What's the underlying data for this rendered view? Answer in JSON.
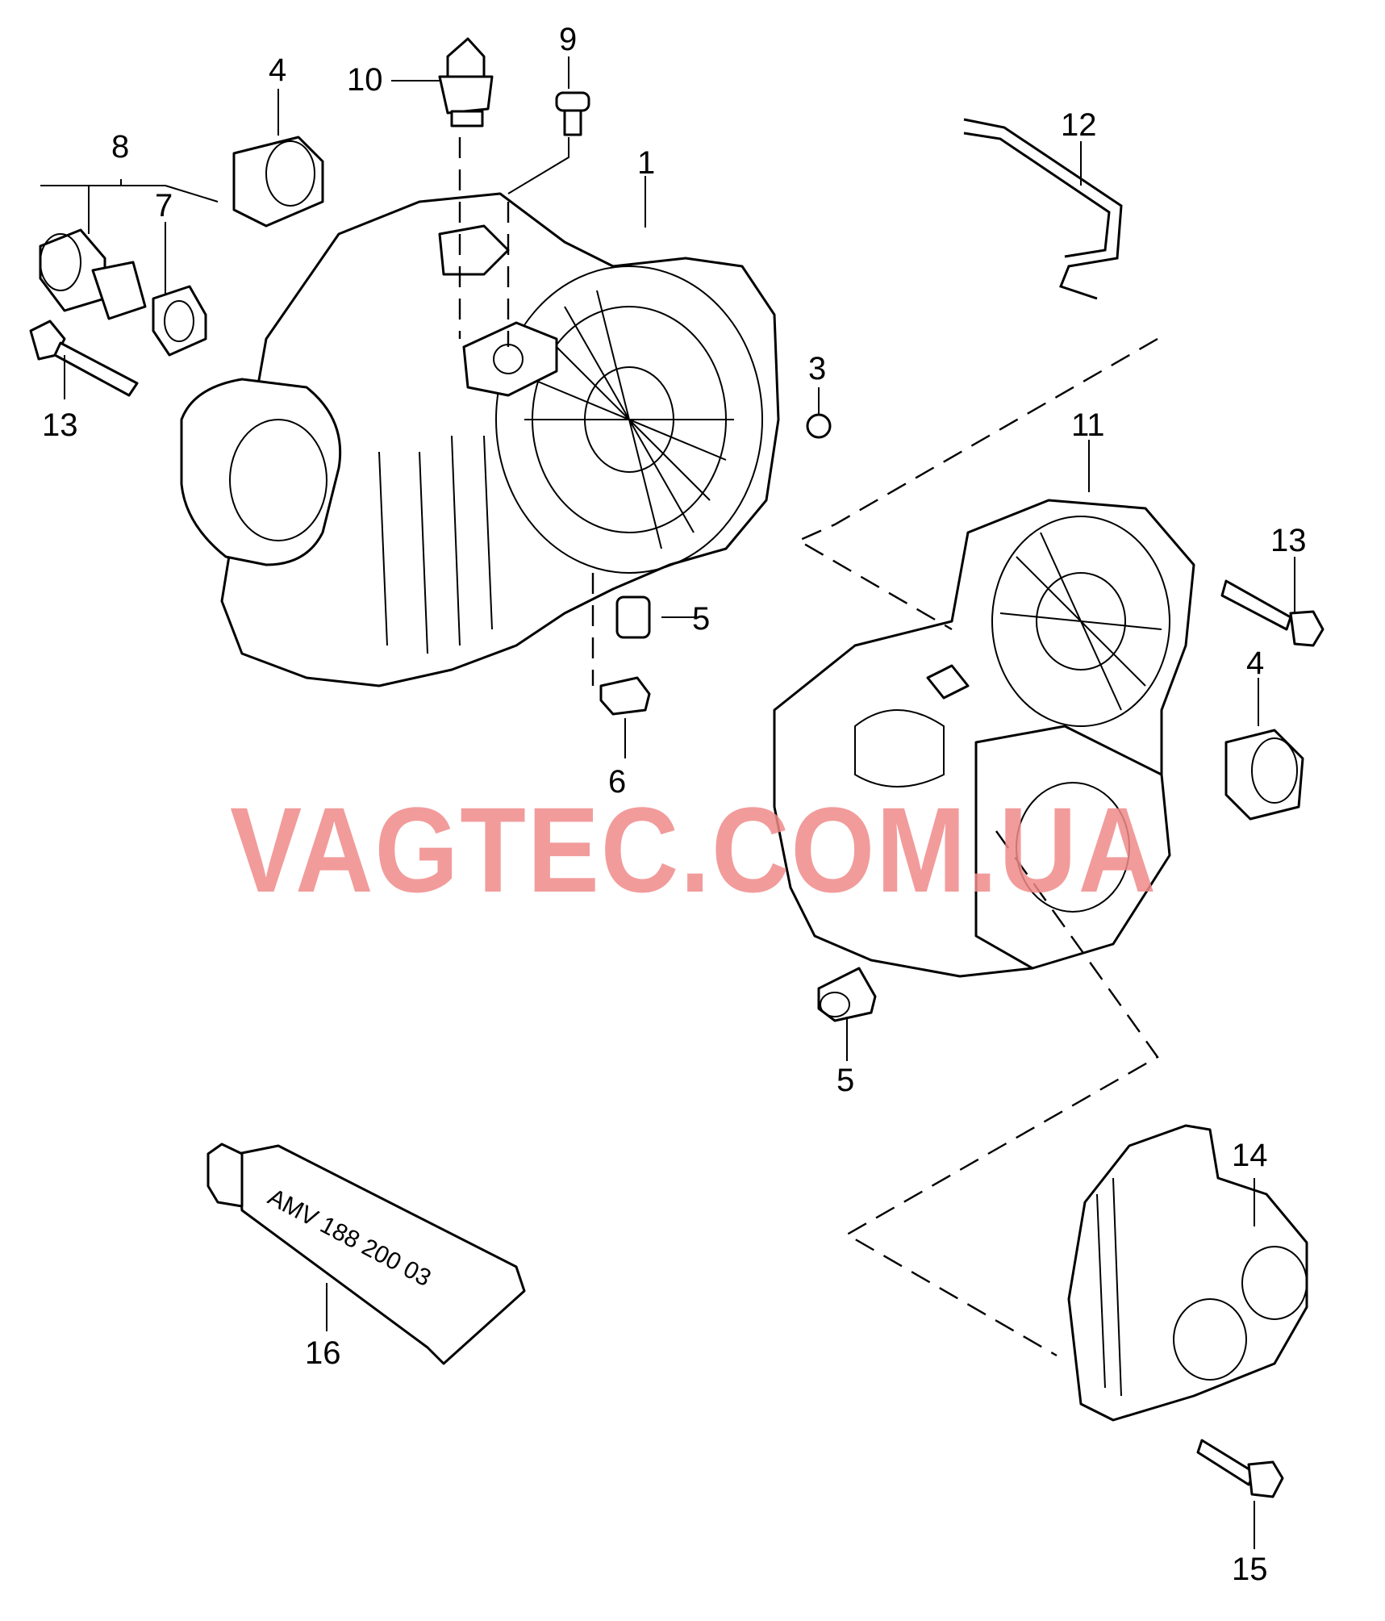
{
  "watermark": "VAGTEC.COM.UA",
  "tube_marking": "AMV 188 200 03",
  "callouts": {
    "c1": "1",
    "c3": "3",
    "c4a": "4",
    "c4b": "4",
    "c5a": "5",
    "c5b": "5",
    "c6": "6",
    "c7": "7",
    "c8": "8",
    "c9": "9",
    "c10": "10",
    "c11": "11",
    "c12": "12",
    "c13a": "13",
    "c13b": "13",
    "c14": "14",
    "c15": "15",
    "c16": "16"
  },
  "colors": {
    "line": "#000000",
    "watermark": "#f08a8a",
    "background": "#ffffff"
  }
}
